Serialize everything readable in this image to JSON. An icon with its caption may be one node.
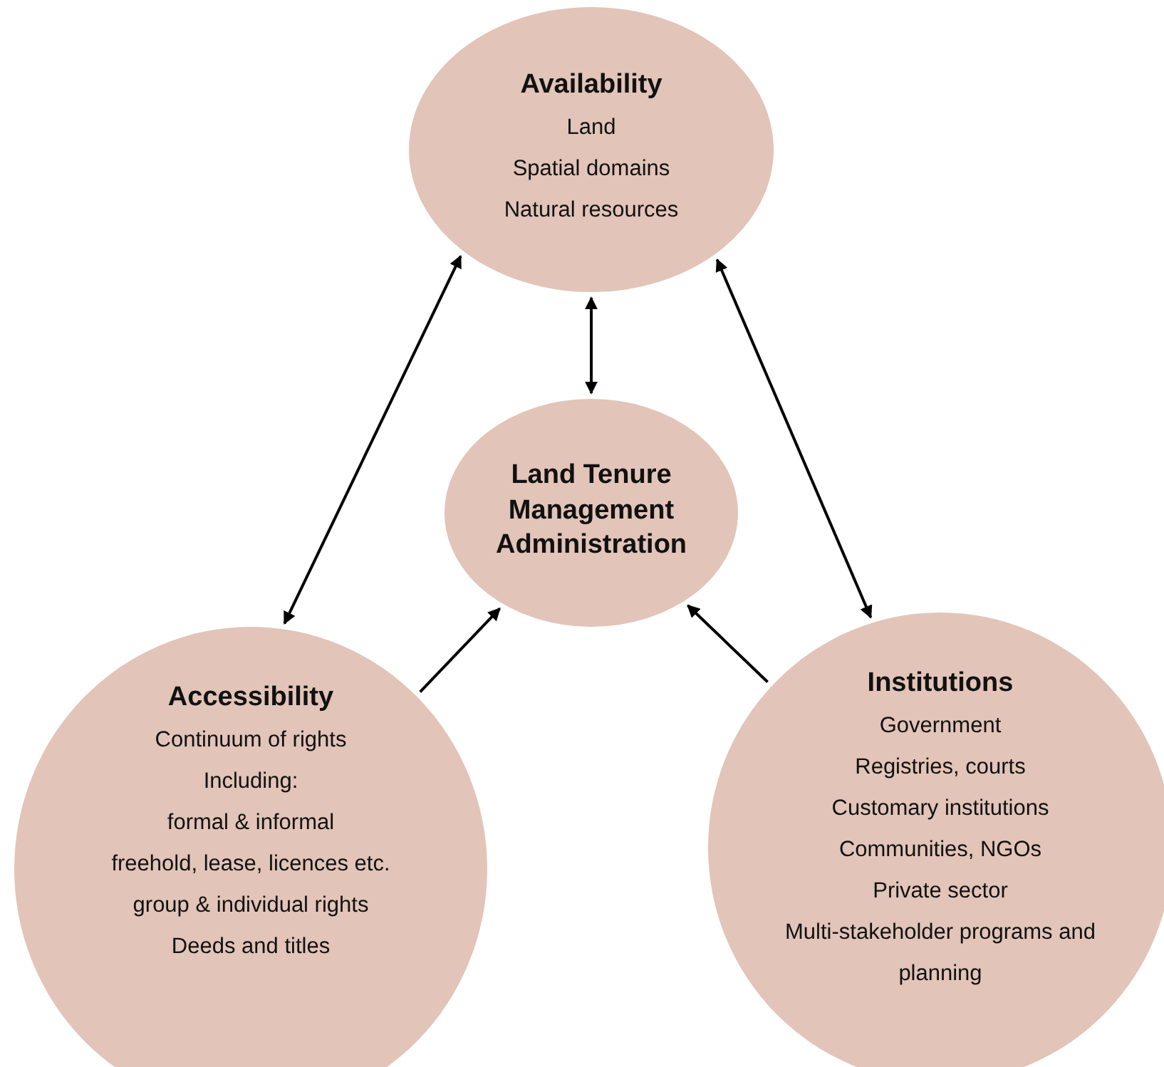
{
  "diagram": {
    "nodes": [
      {
        "text": [
          "Availability",
          "Land",
          "Spatial domains",
          "Natural resources"
        ]
      },
      {
        "text": [
          "Land Tenure Management Administration"
        ]
      },
      {
        "text": [
          "Accessibility",
          "Continuum of rights",
          "Including:",
          "formal & informal",
          "freehold, lease, licences etc.",
          "group & individual rights",
          "Deeds and titles"
        ]
      },
      {
        "text": [
          "Institutions",
          "Government",
          "Registries, courts",
          "Customary institutions",
          "Communities, NGOs",
          "Private sector",
          "Multi-stakeholder programs and planning"
        ]
      }
    ],
    "edges": [
      {
        "from": 0,
        "to": 2,
        "arrow": "both"
      },
      {
        "from": 0,
        "to": 1,
        "arrow": "both"
      },
      {
        "from": 0,
        "to": 3,
        "arrow": "both"
      },
      {
        "from": 2,
        "to": 1,
        "arrow": "to"
      },
      {
        "from": 3,
        "to": 1,
        "arrow": "to"
      }
    ]
  }
}
